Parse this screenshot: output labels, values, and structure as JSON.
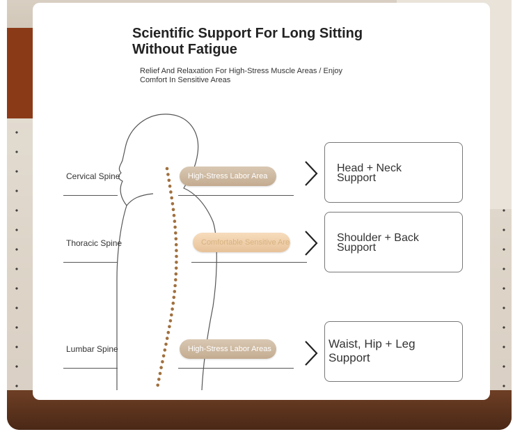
{
  "header": {
    "title_line1": "Scientific Support For Long Sitting",
    "title_line2": "Without Fatigue",
    "subtitle_line1": "Relief And Relaxation For High-Stress Muscle Areas / Enjoy",
    "subtitle_line2": "Comfort In Sensitive Areas"
  },
  "rows": [
    {
      "spine": "Cervical Spine",
      "pill": "High-Stress Labor Area",
      "box_line1": "Head + Neck",
      "box_line2": "Support"
    },
    {
      "spine": "Thoracic Spine",
      "pill": "Comfortable Sensitive Areas",
      "box_line1": "Shoulder + Back",
      "box_line2": "Support"
    },
    {
      "spine": "Lumbar Spine",
      "pill": "High-Stress Labor Areas",
      "box_line1": "Waist, Hip + Leg",
      "box_line2": "Support"
    }
  ],
  "colors": {
    "pill": "#c8b39a",
    "pill_alt": "#eccaa4",
    "spine_dots": "#a0703f"
  }
}
